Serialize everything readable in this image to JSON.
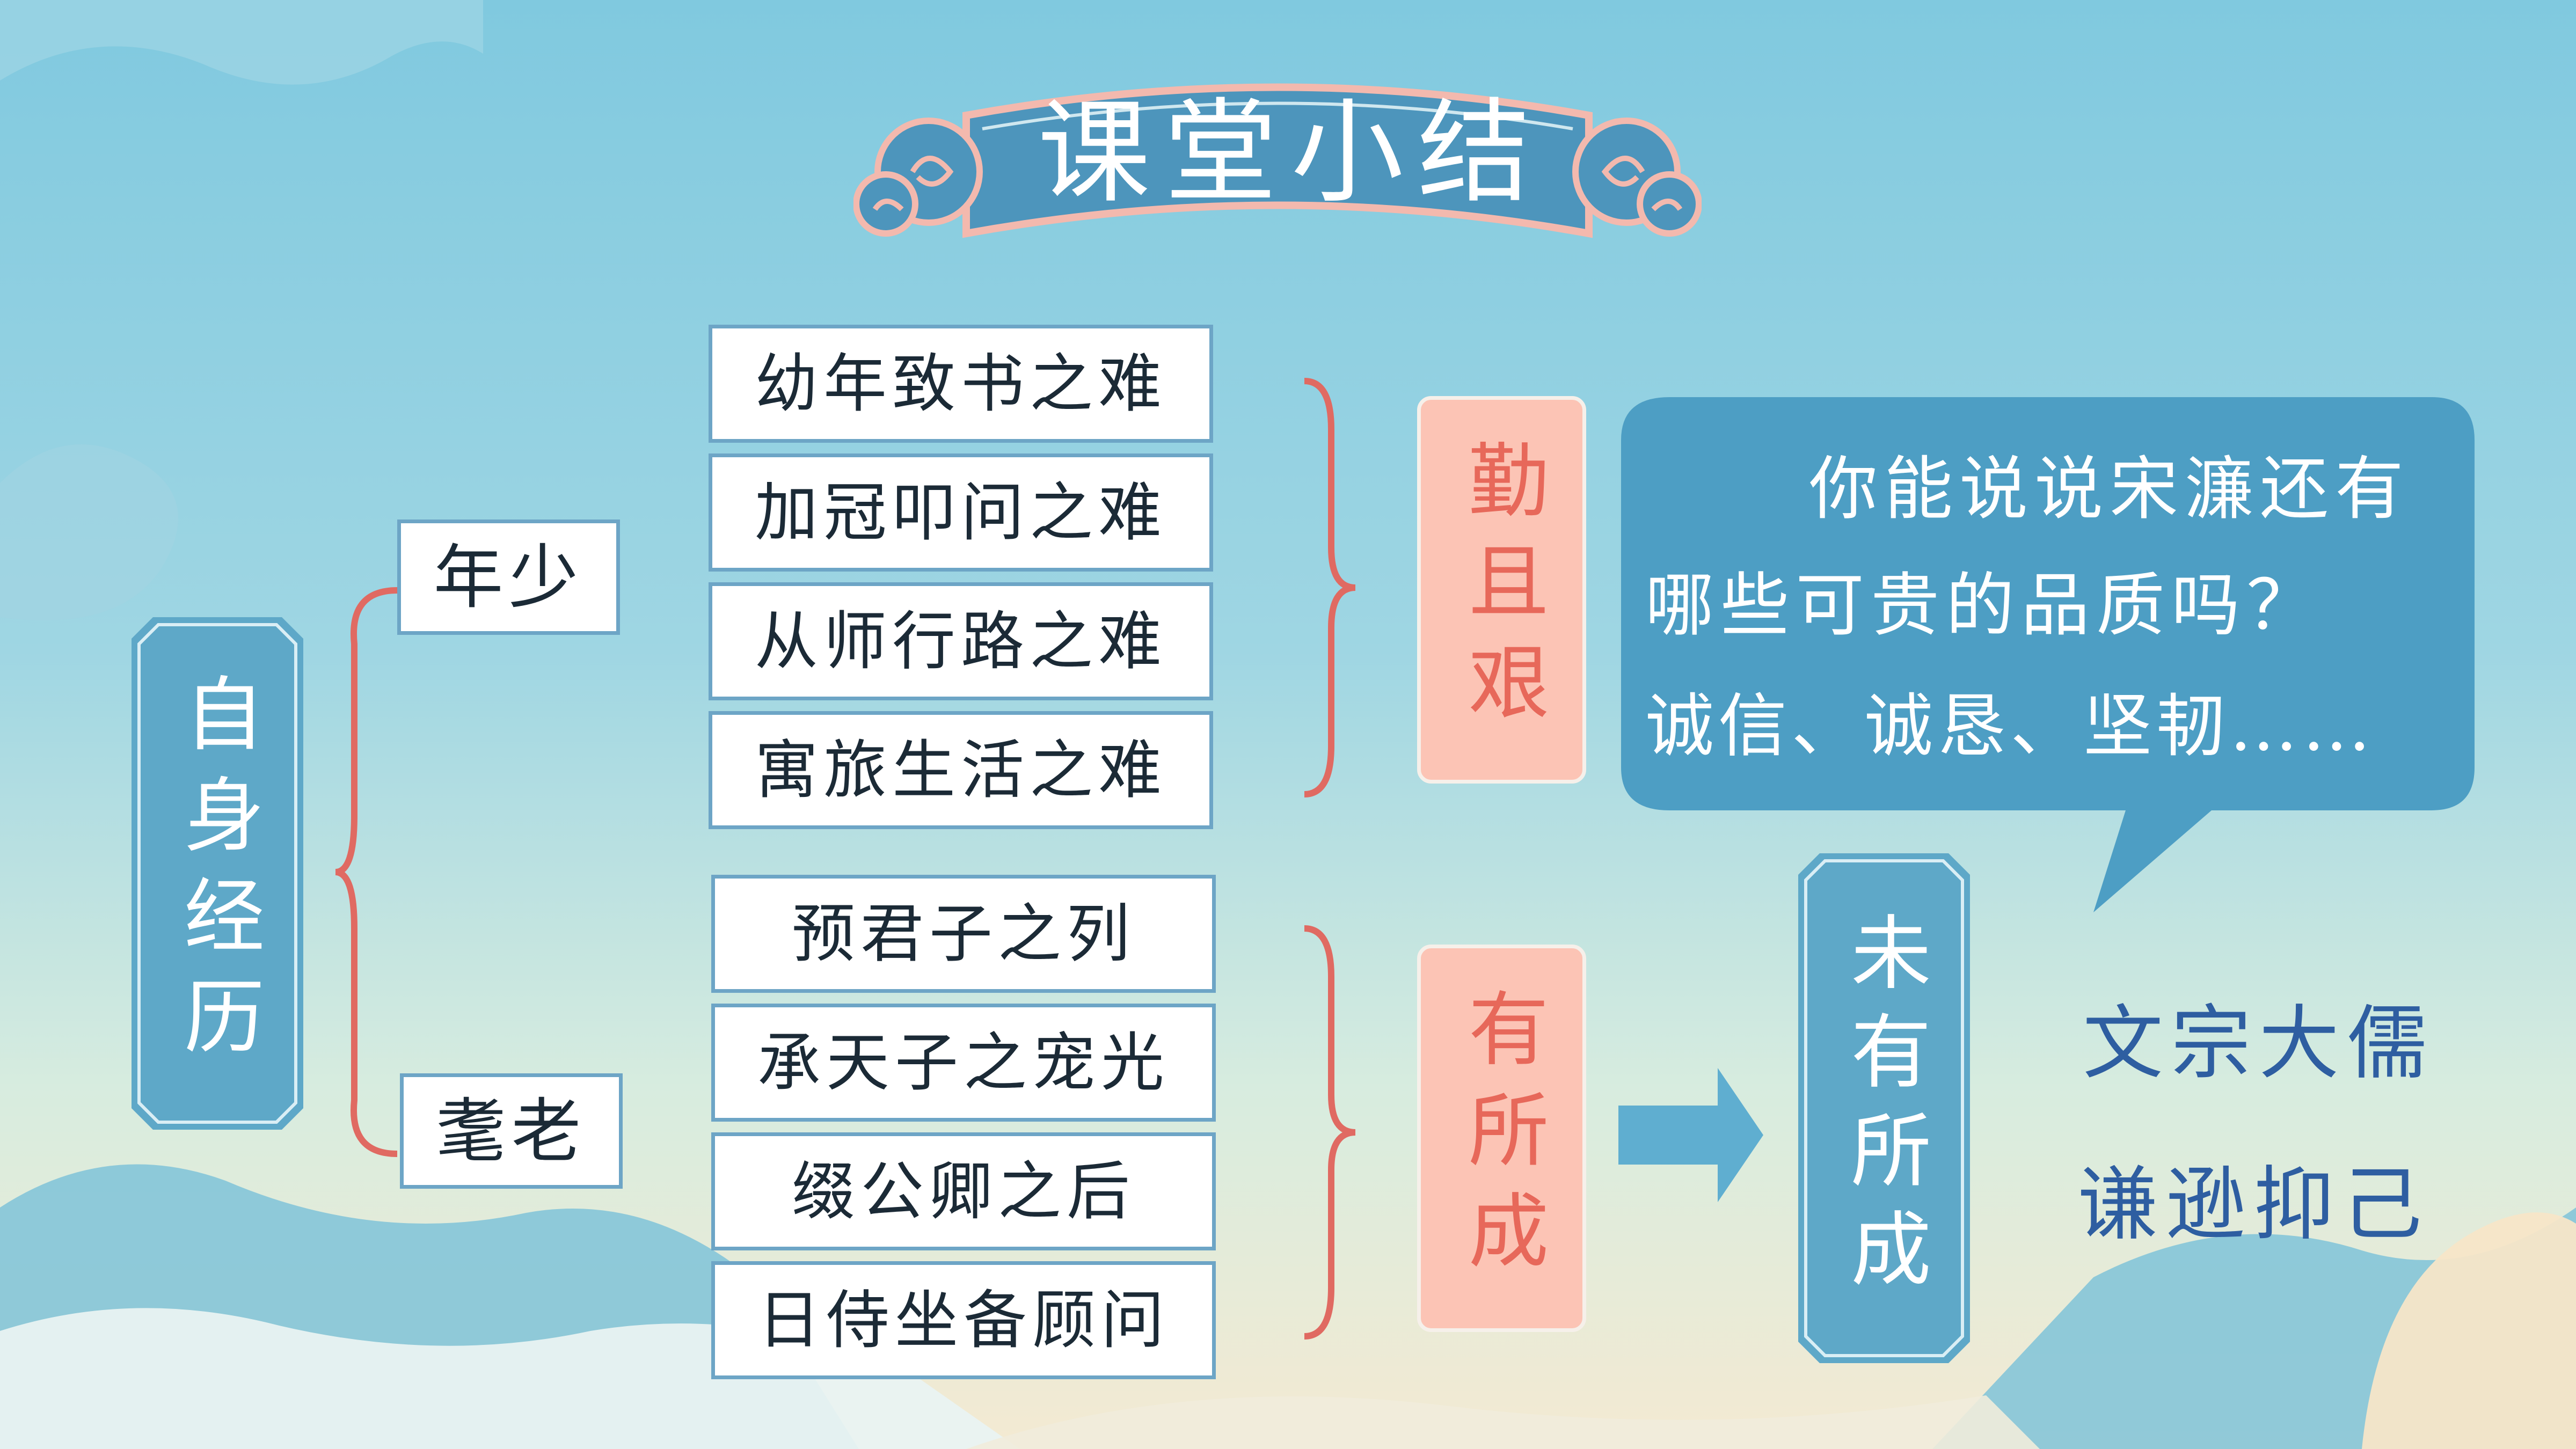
{
  "title": "课堂小结",
  "main_node": "自身经历",
  "branches": [
    {
      "label": "年少",
      "items": [
        "幼年致书之难",
        "加冠叩问之难",
        "从师行路之难",
        "寓旅生活之难"
      ],
      "summary": "勤且艰"
    },
    {
      "label": "耄老",
      "items": [
        "预君子之列",
        "承天子之宠光",
        "缀公卿之后",
        "日侍坐备顾问"
      ],
      "summary": "有所成"
    }
  ],
  "result": "未有所成",
  "bubble": {
    "line1": "你能说说宋濂还有",
    "line2": "哪些可贵的品质吗？",
    "line3": "诚信、诚恳、坚韧……"
  },
  "qualities": [
    "文宗大儒",
    "谦逊抑己"
  ],
  "colors": {
    "background_top": "#80c9df",
    "box_border": "#6da5c6",
    "vertical_box_fill": "#5ea8c8",
    "brace": "#e06a62",
    "pink_fill": "#fcc4b5",
    "pink_text": "#e7685a",
    "bubble_fill": "#4d9ec4",
    "arrow": "#5faed0",
    "quality_text": "#2e5ea1"
  }
}
